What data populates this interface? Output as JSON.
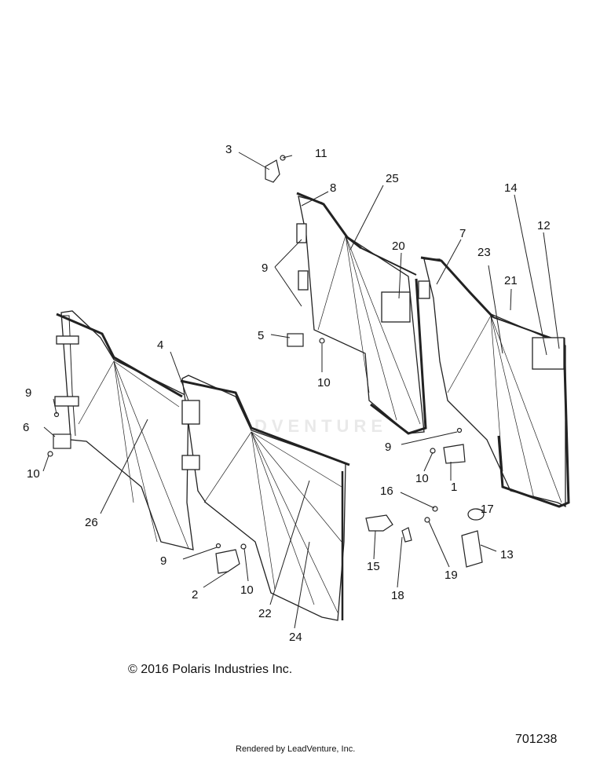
{
  "diagram": {
    "callouts": [
      "1",
      "2",
      "3",
      "4",
      "5",
      "6",
      "7",
      "8",
      "9",
      "9",
      "9",
      "9",
      "10",
      "10",
      "10",
      "10",
      "11",
      "12",
      "13",
      "14",
      "15",
      "16",
      "17",
      "18",
      "19",
      "20",
      "21",
      "22",
      "23",
      "24",
      "25",
      "26"
    ]
  },
  "footer": {
    "copyright": "© 2016 Polaris Industries Inc.",
    "rendered_by": "Rendered by LeadVenture, Inc.",
    "diagram_id": "701238"
  },
  "watermark": {
    "text": "LEADVENTURE"
  }
}
